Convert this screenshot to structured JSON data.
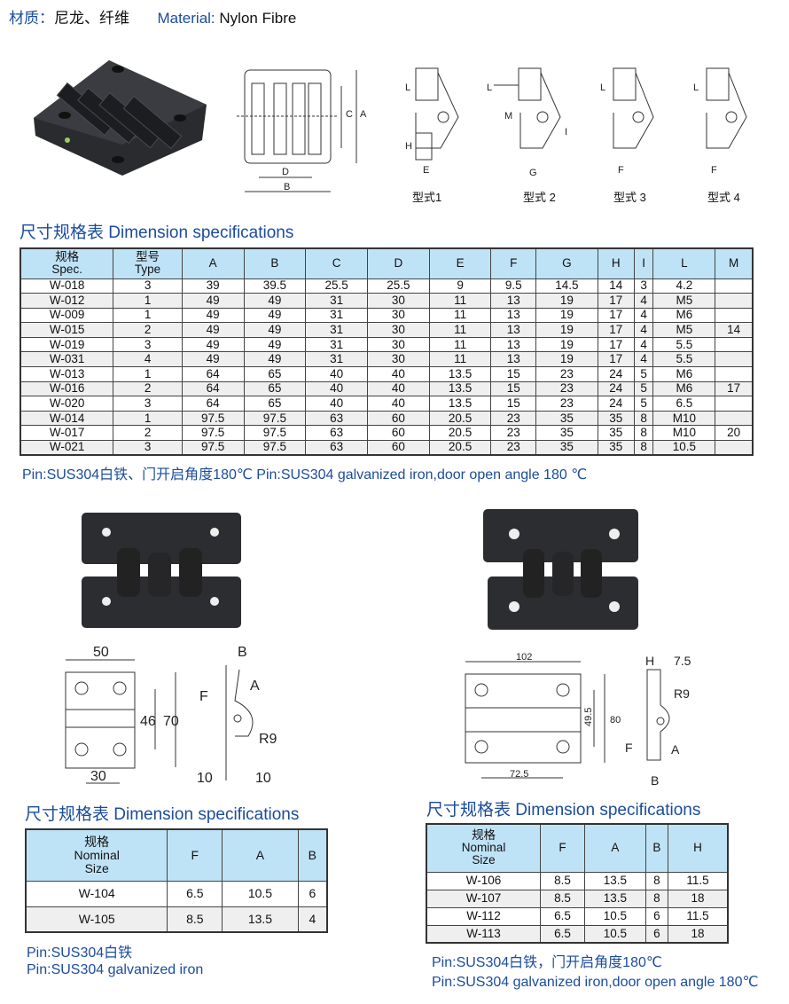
{
  "header": {
    "material_cn_label": "材质：",
    "material_cn_value": "尼龙、纤维",
    "material_en_label": "Material:",
    "material_en_value": "Nylon Fibre"
  },
  "drawing_top": {
    "labels": {
      "A": "A",
      "B": "B",
      "C": "C",
      "D": "D",
      "E": "E",
      "F": "F",
      "G": "G",
      "H": "H",
      "L": "L",
      "M": "M",
      "I": "I"
    },
    "types": [
      "型式1",
      "型式 2",
      "型式 3",
      "型式 4"
    ]
  },
  "section1": {
    "title": "尺寸规格表  Dimension specifications",
    "headers": [
      "规格\nSpec.",
      "型号\nType",
      "A",
      "B",
      "C",
      "D",
      "E",
      "F",
      "G",
      "H",
      "I",
      "L",
      "M"
    ],
    "rows": [
      [
        "W-018",
        "3",
        "39",
        "39.5",
        "25.5",
        "25.5",
        "9",
        "9.5",
        "14.5",
        "14",
        "3",
        "4.2",
        ""
      ],
      [
        "W-012",
        "1",
        "49",
        "49",
        "31",
        "30",
        "11",
        "13",
        "19",
        "17",
        "4",
        "M5",
        ""
      ],
      [
        "W-009",
        "1",
        "49",
        "49",
        "31",
        "30",
        "11",
        "13",
        "19",
        "17",
        "4",
        "M6",
        ""
      ],
      [
        "W-015",
        "2",
        "49",
        "49",
        "31",
        "30",
        "11",
        "13",
        "19",
        "17",
        "4",
        "M5",
        "14"
      ],
      [
        "W-019",
        "3",
        "49",
        "49",
        "31",
        "30",
        "11",
        "13",
        "19",
        "17",
        "4",
        "5.5",
        ""
      ],
      [
        "W-031",
        "4",
        "49",
        "49",
        "31",
        "30",
        "11",
        "13",
        "19",
        "17",
        "4",
        "5.5",
        ""
      ],
      [
        "W-013",
        "1",
        "64",
        "65",
        "40",
        "40",
        "13.5",
        "15",
        "23",
        "24",
        "5",
        "M6",
        ""
      ],
      [
        "W-016",
        "2",
        "64",
        "65",
        "40",
        "40",
        "13.5",
        "15",
        "23",
        "24",
        "5",
        "M6",
        "17"
      ],
      [
        "W-020",
        "3",
        "64",
        "65",
        "40",
        "40",
        "13.5",
        "15",
        "23",
        "24",
        "5",
        "6.5",
        ""
      ],
      [
        "W-014",
        "1",
        "97.5",
        "97.5",
        "63",
        "60",
        "20.5",
        "23",
        "35",
        "35",
        "8",
        "M10",
        ""
      ],
      [
        "W-017",
        "2",
        "97.5",
        "97.5",
        "63",
        "60",
        "20.5",
        "23",
        "35",
        "35",
        "8",
        "M10",
        "20"
      ],
      [
        "W-021",
        "3",
        "97.5",
        "97.5",
        "63",
        "60",
        "20.5",
        "23",
        "35",
        "35",
        "8",
        "10.5",
        ""
      ]
    ],
    "note": "Pin:SUS304白铁、门开启角度180℃  Pin:SUS304 galvanized iron,door open angle 180 ℃"
  },
  "drawing_left": {
    "w": "50",
    "h46": "46",
    "h70": "70",
    "w30": "30",
    "B": "B",
    "A": "A",
    "F": "F",
    "R": "R9",
    "t1": "10",
    "t2": "10"
  },
  "drawing_right": {
    "w": "102",
    "h49": "49.5",
    "h80": "80",
    "w72": "72.5",
    "H": "H",
    "t": "7.5",
    "R": "R9",
    "F": "F",
    "A": "A",
    "B": "B"
  },
  "section2": {
    "title": "尺寸规格表  Dimension specifications",
    "headers": [
      "规格\nNominal\nSize",
      "F",
      "A",
      "B"
    ],
    "rows": [
      [
        "W-104",
        "6.5",
        "10.5",
        "6"
      ],
      [
        "W-105",
        "8.5",
        "13.5",
        "4"
      ]
    ],
    "note1": "Pin:SUS304白铁",
    "note2": "Pin:SUS304 galvanized iron"
  },
  "section3": {
    "title": "尺寸规格表  Dimension specifications",
    "headers": [
      "规格\nNominal\nSize",
      "F",
      "A",
      "B",
      "H"
    ],
    "rows": [
      [
        "W-106",
        "8.5",
        "13.5",
        "8",
        "11.5"
      ],
      [
        "W-107",
        "8.5",
        "13.5",
        "8",
        "18"
      ],
      [
        "W-112",
        "6.5",
        "10.5",
        "6",
        "11.5"
      ],
      [
        "W-113",
        "6.5",
        "10.5",
        "6",
        "18"
      ]
    ],
    "note1": "Pin:SUS304白铁，门开启角度180℃",
    "note2": "Pin:SUS304 galvanized iron,door open angle 180℃"
  }
}
